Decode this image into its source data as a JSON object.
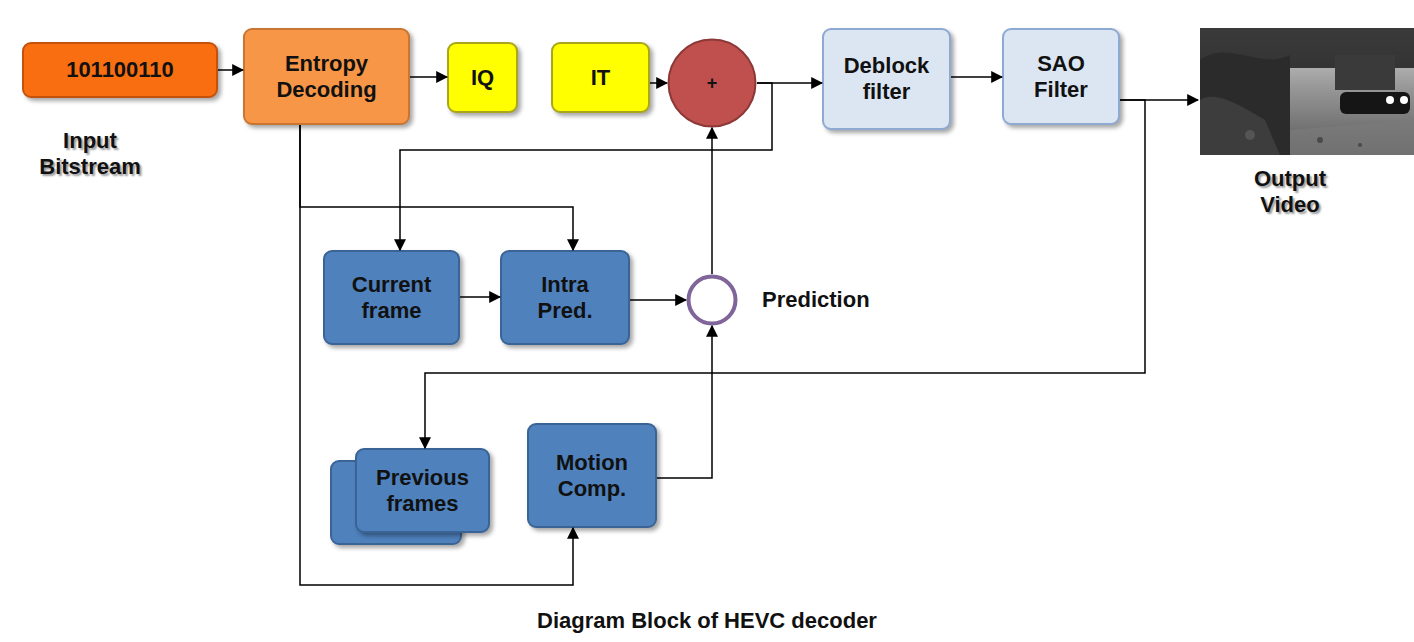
{
  "diagram": {
    "caption": "Diagram Block of HEVC decoder",
    "nodes": [
      {
        "text": [
          "101100110"
        ]
      },
      {
        "text": [
          "Entropy Decoding"
        ]
      },
      {
        "text": [
          "IQ"
        ]
      },
      {
        "text": [
          "IT"
        ]
      },
      {
        "text": [
          "+"
        ]
      },
      {
        "text": [
          "Deblock filter"
        ]
      },
      {
        "text": [
          "SAO Filter"
        ]
      },
      {
        "text": [
          "Current frame"
        ]
      },
      {
        "text": [
          "Intra Pred."
        ]
      },
      {
        "text": [
          "Prediction"
        ]
      },
      {
        "text": [
          "Previous frames"
        ]
      },
      {
        "text": [
          "Motion Comp."
        ]
      }
    ],
    "edges": [
      {
        "from": 0,
        "to": 1,
        "arrow": "to"
      },
      {
        "from": 1,
        "to": 2,
        "arrow": "to"
      },
      {
        "from": 3,
        "to": 4,
        "arrow": "to"
      },
      {
        "from": 4,
        "to": 5,
        "arrow": "to"
      },
      {
        "from": 4,
        "to": 7,
        "arrow": "to"
      },
      {
        "from": 5,
        "to": 6,
        "arrow": "to"
      },
      {
        "from": 1,
        "to": 8,
        "arrow": "to"
      },
      {
        "from": 1,
        "to": 11,
        "arrow": "to"
      },
      {
        "from": 7,
        "to": 8,
        "arrow": "to"
      },
      {
        "from": 8,
        "to": 9,
        "arrow": "to"
      },
      {
        "from": 11,
        "to": 9,
        "arrow": "to"
      },
      {
        "from": 9,
        "to": 4,
        "arrow": "to"
      },
      {
        "from": 6,
        "to": 10,
        "arrow": "to"
      }
    ],
    "labels": [
      "Input Bitstream",
      "Output Video"
    ]
  }
}
